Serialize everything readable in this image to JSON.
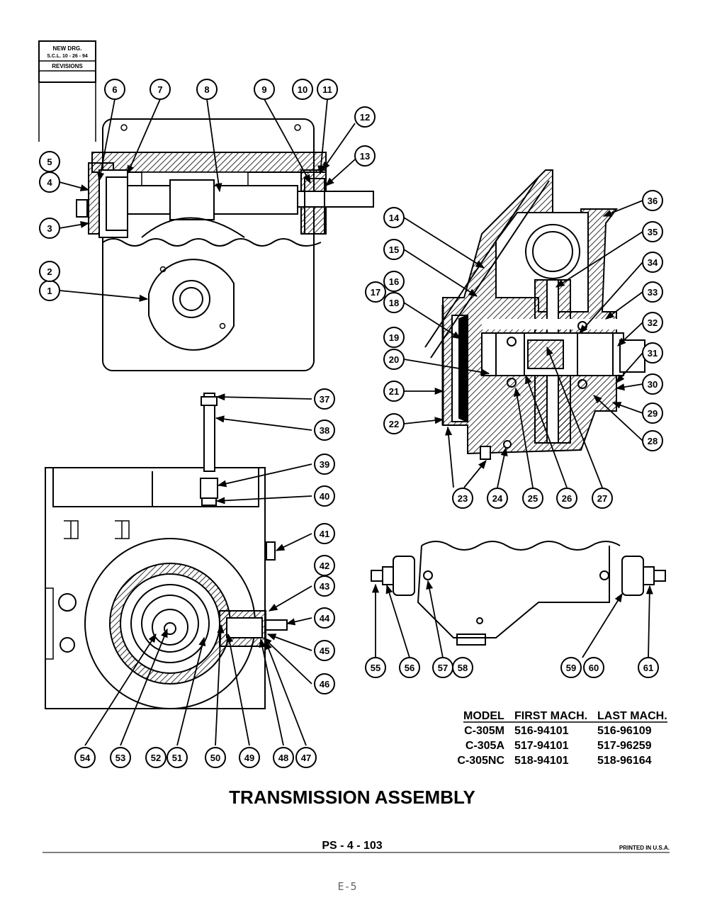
{
  "revisions_box": {
    "line1": "NEW DRG.",
    "line2": "S.C.L. 10 - 26 - 94",
    "label": "REVISIONS"
  },
  "callouts": [
    "1",
    "2",
    "3",
    "4",
    "5",
    "6",
    "7",
    "8",
    "9",
    "10",
    "11",
    "12",
    "13",
    "14",
    "15",
    "16",
    "17",
    "18",
    "19",
    "20",
    "21",
    "22",
    "23",
    "24",
    "25",
    "26",
    "27",
    "28",
    "29",
    "30",
    "31",
    "32",
    "33",
    "34",
    "35",
    "36",
    "37",
    "38",
    "39",
    "40",
    "41",
    "42",
    "43",
    "44",
    "45",
    "46",
    "47",
    "48",
    "49",
    "50",
    "51",
    "52",
    "53",
    "54",
    "55",
    "56",
    "57",
    "58",
    "59",
    "60",
    "61"
  ],
  "model_table": {
    "headers": [
      "MODEL",
      "FIRST MACH.",
      "LAST MACH."
    ],
    "rows": [
      [
        "C-305M",
        "516-94101",
        "516-96109"
      ],
      [
        "C-305A",
        "517-94101",
        "517-96259"
      ],
      [
        "C-305NC",
        "518-94101",
        "518-96164"
      ]
    ]
  },
  "title": "TRANSMISSION ASSEMBLY",
  "footer": {
    "page_ref": "PS - 4 - 103",
    "printed": "PRINTED IN U.S.A.",
    "page_number": "E-5"
  }
}
